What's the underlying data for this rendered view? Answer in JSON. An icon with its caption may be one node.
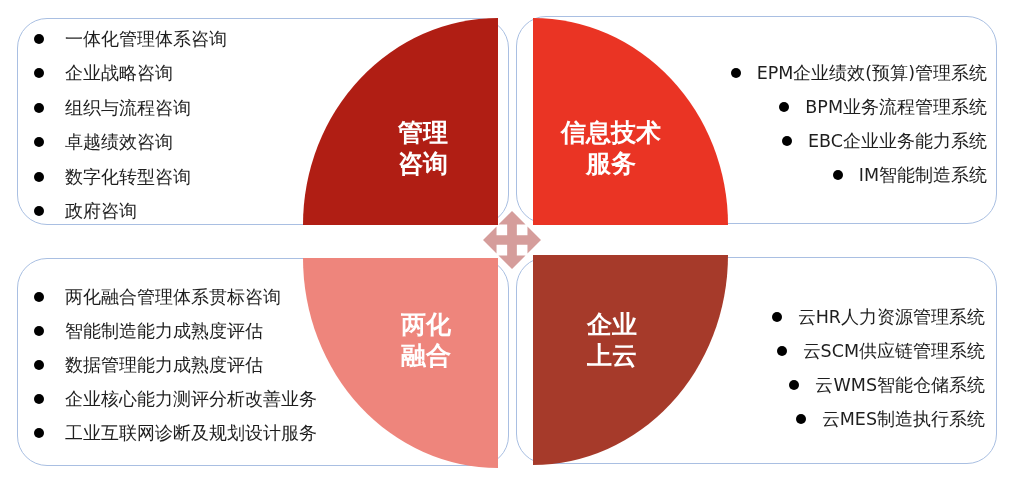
{
  "diagram": {
    "nodes": [
      {
        "text": [
          "一体化管理体系咨询",
          "企业战略咨询",
          "组织与流程咨询",
          "卓越绩效咨询",
          "数字化转型咨询",
          "政府咨询"
        ]
      },
      {
        "text": [
          "管理咨询"
        ],
        "in": 0
      },
      {
        "text": [
          "EPM企业绩效(预算)管理系统",
          "BPM业务流程管理系统",
          "EBC企业业务能力系统",
          "IM智能制造系统"
        ]
      },
      {
        "text": [
          "信息技术服务"
        ],
        "in": 2
      },
      {
        "text": [
          "两化融合管理体系贯标咨询",
          "智能制造能力成熟度评估",
          "数据管理能力成熟度评估",
          "企业核心能力测评分析改善业务",
          "工业互联网诊断及规划设计服务"
        ]
      },
      {
        "text": [
          "两化融合"
        ],
        "in": 4
      },
      {
        "text": [
          "云HR人力资源管理系统",
          "云SCM供应链管理系统",
          "云WMS智能仓储系统",
          "云MES制造执行系统"
        ]
      },
      {
        "text": [
          "企业上云"
        ],
        "in": 6
      }
    ]
  }
}
